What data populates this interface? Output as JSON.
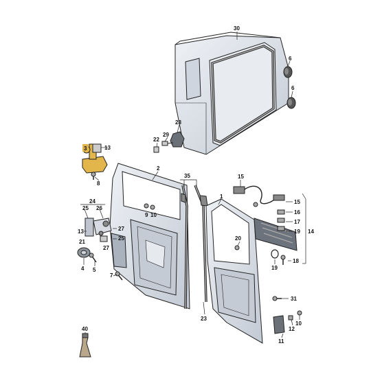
{
  "callouts": [
    {
      "id": "c30",
      "text": "30"
    },
    {
      "id": "c6a",
      "text": "6"
    },
    {
      "id": "c6b",
      "text": "6"
    },
    {
      "id": "c28",
      "text": "28"
    },
    {
      "id": "c29",
      "text": "29"
    },
    {
      "id": "c22",
      "text": "22"
    },
    {
      "id": "c3",
      "text": "3"
    },
    {
      "id": "c13",
      "text": "13"
    },
    {
      "id": "c8",
      "text": "8"
    },
    {
      "id": "c2",
      "text": "2"
    },
    {
      "id": "c35",
      "text": "35"
    },
    {
      "id": "c15a",
      "text": "15"
    },
    {
      "id": "c1",
      "text": "1"
    },
    {
      "id": "c24",
      "text": "24"
    },
    {
      "id": "c25a",
      "text": "25"
    },
    {
      "id": "c26",
      "text": "26"
    },
    {
      "id": "c9",
      "text": "9"
    },
    {
      "id": "c10a",
      "text": "10"
    },
    {
      "id": "c15b",
      "text": "15"
    },
    {
      "id": "c16",
      "text": "16"
    },
    {
      "id": "c17",
      "text": "17"
    },
    {
      "id": "c14",
      "text": "14"
    },
    {
      "id": "c19a",
      "text": "19"
    },
    {
      "id": "c20",
      "text": "20"
    },
    {
      "id": "c13b",
      "text": "13"
    },
    {
      "id": "c27a",
      "text": "27"
    },
    {
      "id": "c21",
      "text": "21"
    },
    {
      "id": "c25b",
      "text": "25"
    },
    {
      "id": "c27b",
      "text": "27"
    },
    {
      "id": "c4",
      "text": "4"
    },
    {
      "id": "c5",
      "text": "5"
    },
    {
      "id": "c7",
      "text": "7"
    },
    {
      "id": "c18",
      "text": "18"
    },
    {
      "id": "c19b",
      "text": "19"
    },
    {
      "id": "c31",
      "text": "31"
    },
    {
      "id": "c12",
      "text": "12"
    },
    {
      "id": "c10b",
      "text": "10"
    },
    {
      "id": "c23",
      "text": "23"
    },
    {
      "id": "c11",
      "text": "11"
    },
    {
      "id": "c40",
      "text": "40"
    }
  ],
  "colors": {
    "line": "#222222",
    "panel": "#d6dbe3",
    "panel_dark": "#b7bfcb",
    "highlight": "#e2b64a"
  }
}
